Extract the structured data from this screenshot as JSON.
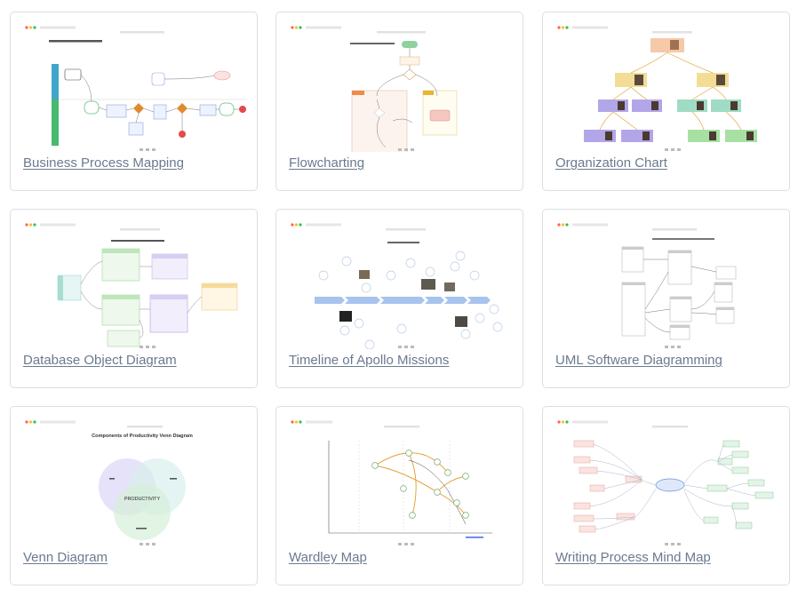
{
  "cards": [
    {
      "title": "Business Process Mapping",
      "thumb_icon": "business-process-diagram-thumbnail"
    },
    {
      "title": "Flowcharting",
      "thumb_icon": "flowchart-diagram-thumbnail"
    },
    {
      "title": "Organization Chart",
      "thumb_icon": "org-chart-diagram-thumbnail"
    },
    {
      "title": "Database Object Diagram",
      "thumb_icon": "database-diagram-thumbnail"
    },
    {
      "title": "Timeline of Apollo Missions",
      "thumb_icon": "timeline-diagram-thumbnail"
    },
    {
      "title": "UML Software Diagramming",
      "thumb_icon": "uml-diagram-thumbnail"
    },
    {
      "title": "Venn Diagram",
      "thumb_icon": "venn-diagram-thumbnail"
    },
    {
      "title": "Wardley Map",
      "thumb_icon": "wardley-map-thumbnail"
    },
    {
      "title": "Writing Process Mind Map",
      "thumb_icon": "mind-map-thumbnail"
    }
  ],
  "thumb_text": {
    "venn_title": "Components of Productivity Venn Diagram",
    "venn_center": "PRODUCTIVITY"
  },
  "colors": {
    "title_link": "#6b7a8f",
    "card_border": "#dcdfe3",
    "traffic_red": "#ff5f57",
    "traffic_yellow": "#febc2e",
    "traffic_green": "#28c840"
  }
}
